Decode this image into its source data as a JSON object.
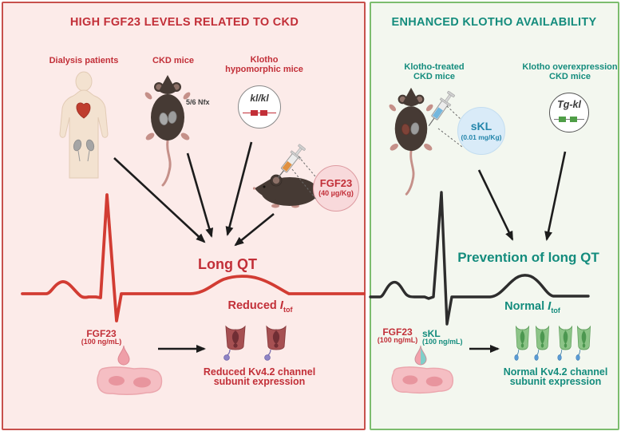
{
  "left_panel": {
    "title": "HIGH FGF23 LEVELS RELATED TO CKD",
    "dialysis_label": "Dialysis patients",
    "ckd_mice_label": "CKD mice",
    "nfx_label": "5/6 Nfx",
    "hypo_label_1": "Klotho",
    "hypo_label_2": "hypomorphic mice",
    "gene_label": "kl/kl",
    "injection_name": "FGF23",
    "injection_dose": "(40 µg/Kg)",
    "outcome": "Long QT",
    "current_prefix": "Reduced",
    "current_symbol": "I",
    "current_sub": "tof",
    "stim_name": "FGF23",
    "stim_dose": "(100 ng/mL)",
    "result_line1": "Reduced Kv4.2 channel",
    "result_line2": "subunit expression"
  },
  "right_panel": {
    "title": "ENHANCED KLOTHO AVAILABILITY",
    "treated_label_1": "Klotho-treated",
    "treated_label_2": "CKD mice",
    "overexp_label_1": "Klotho overexpression",
    "overexp_label_2": "CKD mice",
    "gene_label": "Tg-kl",
    "injection_name": "sKL",
    "injection_dose": "(0.01 mg/Kg)",
    "outcome": "Prevention of long QT",
    "current_prefix": "Normal",
    "current_symbol": "I",
    "current_sub": "tof",
    "stim1_name": "FGF23",
    "stim1_dose": "(100 ng/mL)",
    "stim2_name": "sKL",
    "stim2_dose": "(100 ng/mL)",
    "result_line1": "Normal Kv4.2 channel",
    "result_line2": "subunit expression"
  },
  "colors": {
    "left_background": "#fcebe9",
    "left_border": "#c7504c",
    "red_text": "#c22f38",
    "ecg_red": "#d23c33",
    "right_background": "#f3f7ef",
    "right_border": "#7cbd6e",
    "teal_text": "#148c7d",
    "skl_circle_background": "#d9ebf8",
    "skl_circle_text": "#2486ab",
    "fgf23_circle_background": "#f8d9db",
    "gene_box_red": "#c22f38",
    "gene_box_green": "#4f9e47",
    "ecg_black": "#2d2d2d"
  }
}
